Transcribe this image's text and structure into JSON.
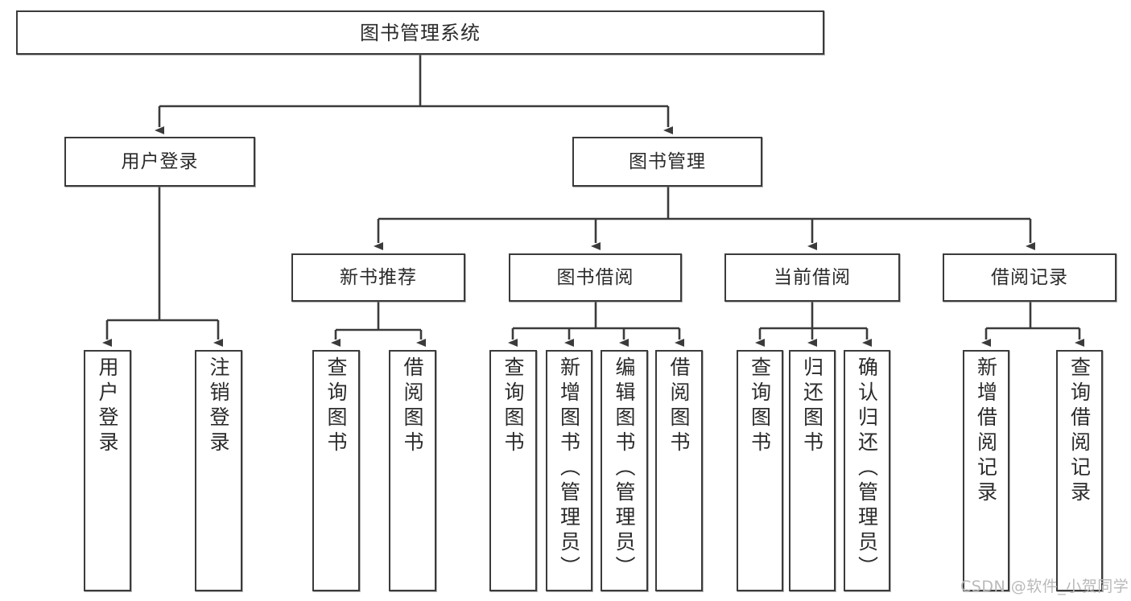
{
  "diagram": {
    "type": "tree",
    "title": "图书管理系统",
    "watermark": "CSDN @软件_小贺同学",
    "root": {
      "label": "图书管理系统"
    },
    "level1": [
      {
        "label": "用户登录"
      },
      {
        "label": "图书管理"
      }
    ],
    "level2": [
      {
        "label": "新书推荐"
      },
      {
        "label": "图书借阅"
      },
      {
        "label": "当前借阅"
      },
      {
        "label": "借阅记录"
      }
    ],
    "leaves": {
      "user_login": [
        {
          "label": "用户登录"
        },
        {
          "label": "注销登录"
        }
      ],
      "new_book_recommend": [
        {
          "label": "查询图书"
        },
        {
          "label": "借阅图书"
        }
      ],
      "book_borrow": [
        {
          "label": "查询图书"
        },
        {
          "label": "新增图书（管理员）"
        },
        {
          "label": "编辑图书（管理员）"
        },
        {
          "label": "借阅图书"
        }
      ],
      "current_borrow": [
        {
          "label": "查询图书"
        },
        {
          "label": "归还图书"
        },
        {
          "label": "确认归还（管理员）"
        }
      ],
      "borrow_record": [
        {
          "label": "新增借阅记录"
        },
        {
          "label": "查询借阅记录"
        }
      ]
    },
    "colors": {
      "stroke": "#3b3b3b",
      "fill": "#ffffff",
      "text": "#2b2b2b",
      "watermark": "#b9b9b9"
    }
  }
}
